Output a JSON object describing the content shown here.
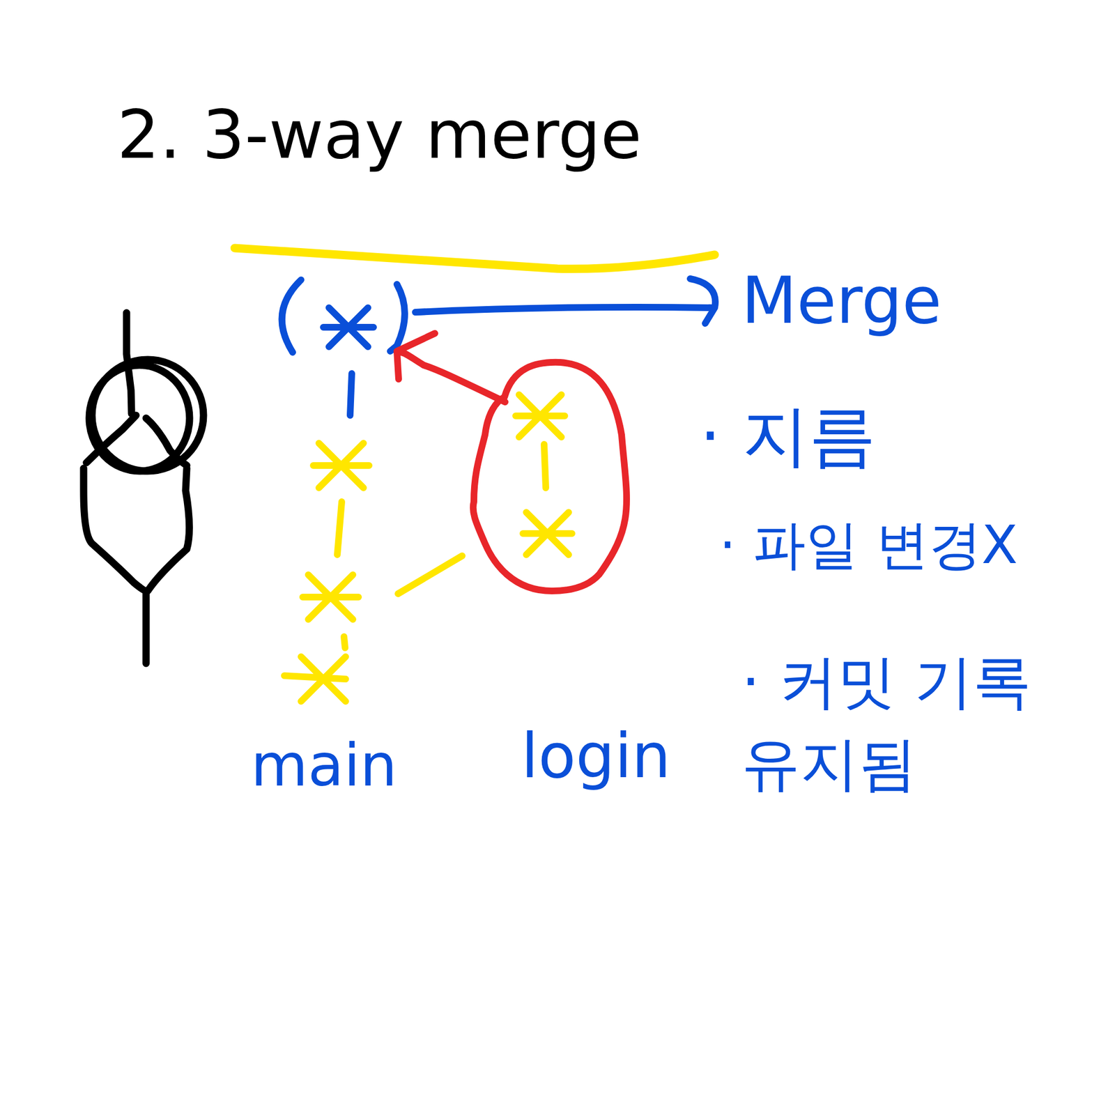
{
  "diagram": {
    "title": "2. 3-way merge",
    "labels": [
      "Merge",
      "· 지름",
      "· 파일 변경X",
      "· 커밋 기록유지됨",
      "main",
      "login"
    ]
  }
}
